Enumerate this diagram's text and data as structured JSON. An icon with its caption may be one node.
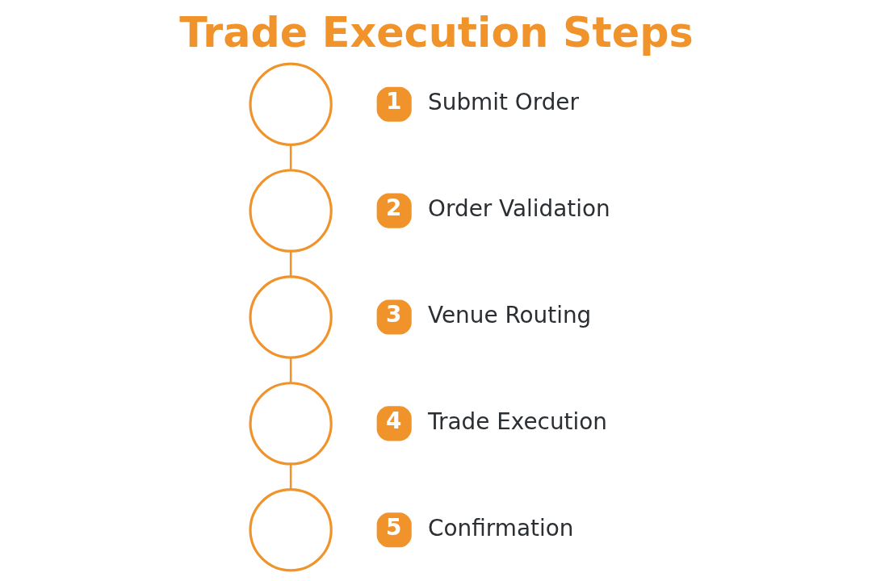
{
  "diagram": {
    "title": "Trade Execution Steps",
    "nodes": [
      {
        "text": [],
        "shape": "circle"
      },
      {
        "text": [
          "1"
        ],
        "beside": [
          "Submit Order"
        ]
      },
      {
        "text": [],
        "shape": "circle"
      },
      {
        "text": [
          "2"
        ],
        "beside": [
          "Order Validation"
        ]
      },
      {
        "text": [],
        "shape": "circle"
      },
      {
        "text": [
          "3"
        ],
        "beside": [
          "Venue Routing"
        ]
      },
      {
        "text": [],
        "shape": "circle"
      },
      {
        "text": [
          "4"
        ],
        "beside": [
          "Trade Execution"
        ]
      },
      {
        "text": [],
        "shape": "circle"
      },
      {
        "text": [
          "5"
        ],
        "beside": [
          "Confirmation"
        ]
      }
    ],
    "edges": [
      {
        "from": 0,
        "to": 2,
        "arrow": "none"
      },
      {
        "from": 2,
        "to": 4,
        "arrow": "none"
      },
      {
        "from": 4,
        "to": 6,
        "arrow": "none"
      },
      {
        "from": 6,
        "to": 8,
        "arrow": "none"
      }
    ]
  }
}
